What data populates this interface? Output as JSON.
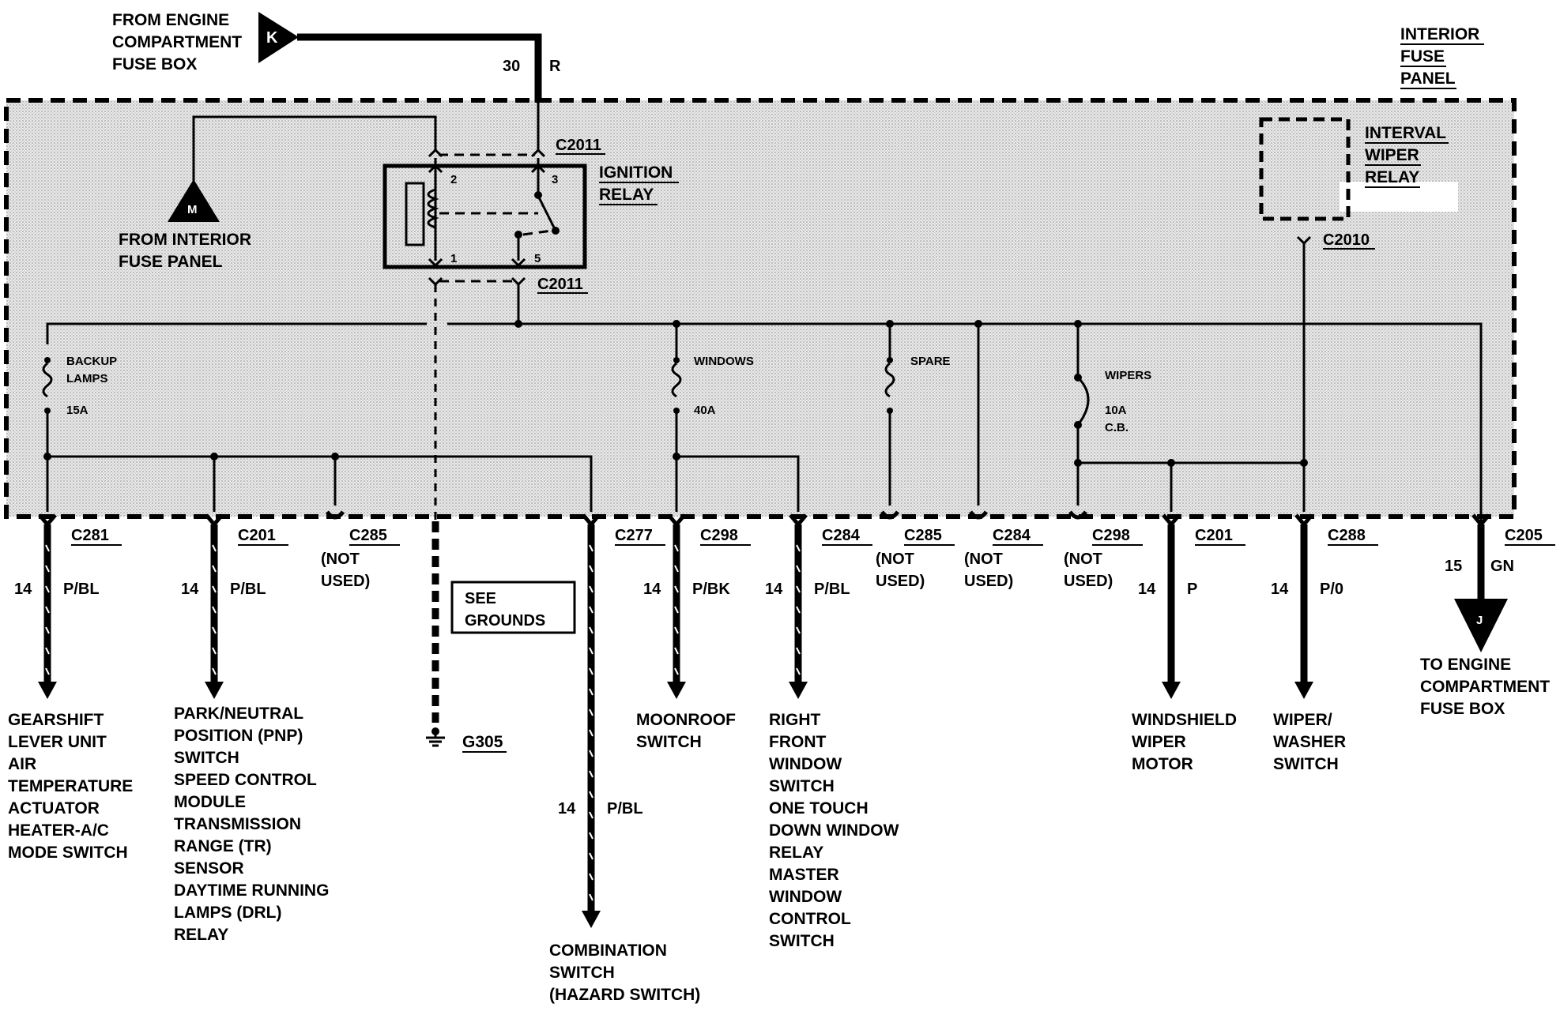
{
  "source": {
    "lines": [
      "FROM ENGINE",
      "COMPARTMENT",
      "FUSE BOX"
    ],
    "connector_letter": "K",
    "gauge": "30",
    "color": "R"
  },
  "panel": {
    "title_lines": [
      "INTERIOR",
      "FUSE",
      "PANEL"
    ]
  },
  "ignition_relay": {
    "name_lines": [
      "IGNITION",
      "RELAY"
    ],
    "connector_top": "C2011",
    "connector_bottom": "C2011",
    "pins": [
      "2",
      "3",
      "1",
      "5"
    ]
  },
  "interior_feed": {
    "connector_letter": "M",
    "lines": [
      "FROM INTERIOR",
      "FUSE PANEL"
    ]
  },
  "interval_wiper_relay": {
    "name_lines": [
      "INTERVAL",
      "WIPER",
      "RELAY"
    ],
    "connector": "C2010"
  },
  "fuses": [
    {
      "name_lines": [
        "BACKUP",
        "LAMPS"
      ],
      "rating_lines": [
        "15A"
      ]
    },
    {
      "name_lines": [
        "WINDOWS"
      ],
      "rating_lines": [
        "40A"
      ]
    },
    {
      "name_lines": [
        "SPARE"
      ],
      "rating_lines": []
    },
    {
      "name_lines": [
        "WIPERS"
      ],
      "rating_lines": [
        "10A",
        "C.B."
      ]
    }
  ],
  "outputs": [
    {
      "connector": "C281",
      "gauge": "14",
      "color": "P/BL",
      "dest_lines": [
        "GEARSHIFT",
        "LEVER UNIT",
        "AIR",
        "TEMPERATURE",
        "ACTUATOR",
        "HEATER-A/C",
        "MODE SWITCH"
      ]
    },
    {
      "connector": "C201",
      "gauge": "14",
      "color": "P/BL",
      "dest_lines": [
        "PARK/NEUTRAL",
        "POSITION (PNP)",
        "SWITCH",
        "SPEED CONTROL",
        "MODULE",
        "TRANSMISSION",
        "RANGE (TR)",
        "SENSOR",
        "DAYTIME RUNNING",
        "LAMPS (DRL)",
        "RELAY"
      ]
    },
    {
      "connector": "C285",
      "not_used_lines": [
        "(NOT",
        "USED)"
      ]
    },
    {
      "connector": "C277",
      "gauge": "14",
      "color": "P/BL",
      "dest_lines": [
        "COMBINATION",
        "SWITCH",
        "(HAZARD SWITCH)"
      ]
    },
    {
      "connector": "C298",
      "gauge": "14",
      "color": "P/BK",
      "dest_lines": [
        "MOONROOF",
        "SWITCH"
      ]
    },
    {
      "connector": "C284",
      "gauge": "14",
      "color": "P/BL",
      "dest_lines": [
        "RIGHT",
        "FRONT",
        "WINDOW",
        "SWITCH",
        "ONE TOUCH",
        "DOWN WINDOW",
        "RELAY",
        "MASTER",
        "WINDOW",
        "CONTROL",
        "SWITCH"
      ]
    },
    {
      "connector": "C285",
      "not_used_lines": [
        "(NOT",
        "USED)"
      ]
    },
    {
      "connector": "C284",
      "not_used_lines": [
        "(NOT",
        "USED)"
      ]
    },
    {
      "connector": "C298",
      "not_used_lines": [
        "(NOT",
        "USED)"
      ]
    },
    {
      "connector": "C201",
      "gauge": "14",
      "color": "P",
      "dest_lines": [
        "WINDSHIELD",
        "WIPER",
        "MOTOR"
      ]
    },
    {
      "connector": "C288",
      "gauge": "14",
      "color": "P/0",
      "dest_lines": [
        "WIPER/",
        "WASHER",
        "SWITCH"
      ]
    },
    {
      "connector": "C205",
      "gauge": "15",
      "color": "GN",
      "connector_letter": "J",
      "dest_lines": [
        "TO ENGINE",
        "COMPARTMENT",
        "FUSE BOX"
      ]
    }
  ],
  "ground": {
    "ref_lines": [
      "SEE",
      "GROUNDS"
    ],
    "name": "G305"
  }
}
